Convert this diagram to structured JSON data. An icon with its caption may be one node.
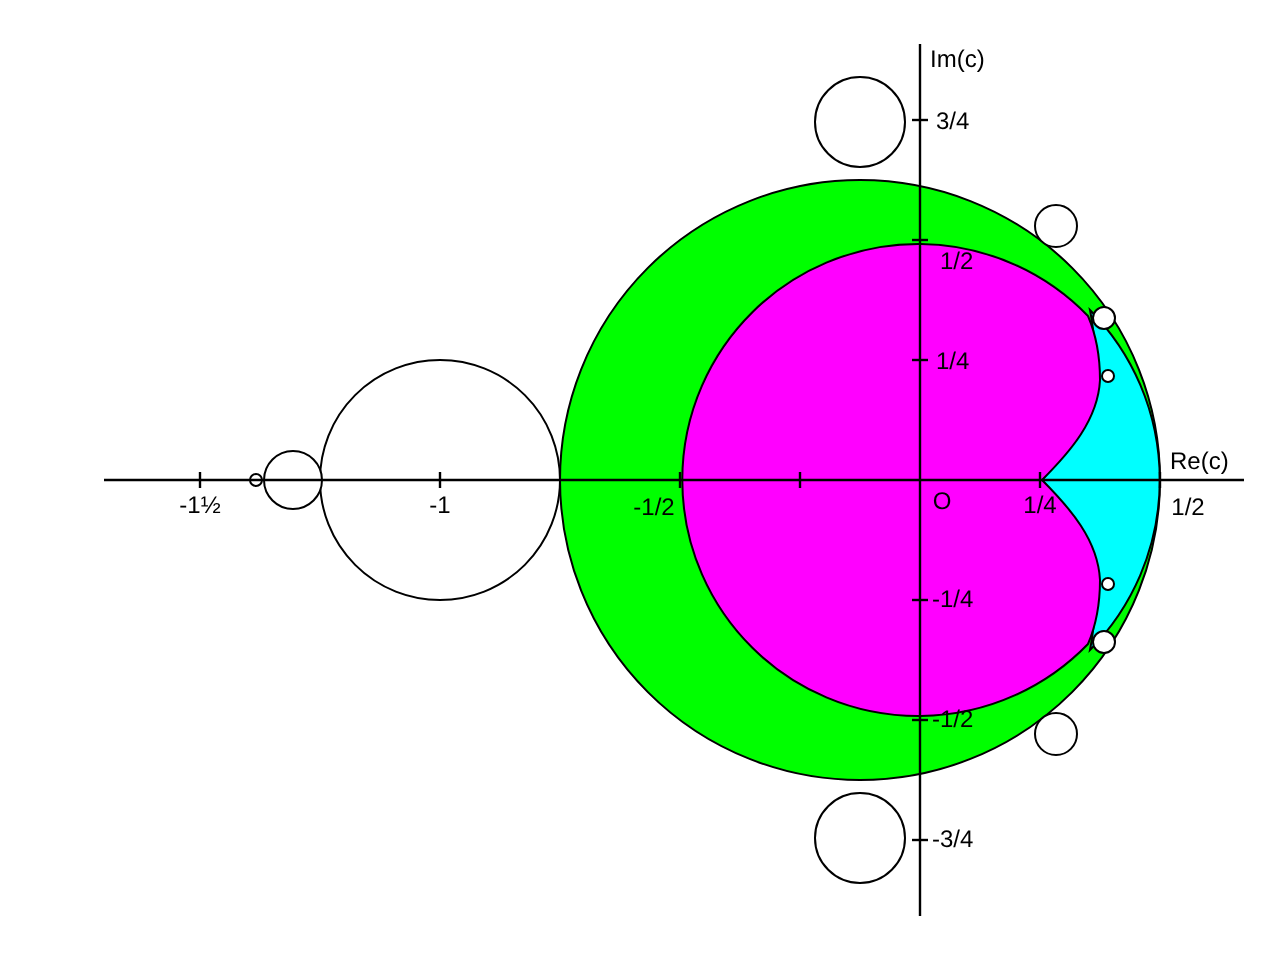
{
  "diagram": {
    "labels": [
      "Im(c)",
      "3/4",
      "1/2",
      "1/4",
      "Re(c)",
      "-1½",
      "-1",
      "-1/2",
      "O",
      "1/4",
      "1/2",
      "-1/4",
      "-1/2",
      "-3/4"
    ]
  }
}
